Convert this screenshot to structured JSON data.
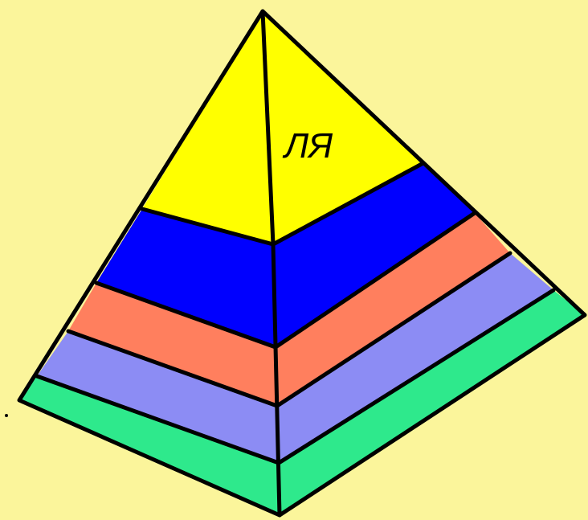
{
  "diagram": {
    "background_color": "#FBF59B",
    "outline_color": "#000000",
    "apex_label": "ЛЯ",
    "layers": [
      {
        "id": "top",
        "color": "#FFFF00"
      },
      {
        "id": "second",
        "color": "#0000FF"
      },
      {
        "id": "third",
        "color": "#FF7F5E"
      },
      {
        "id": "fourth",
        "color": "#8C8CF4"
      },
      {
        "id": "bottom",
        "color": "#2EE98C"
      }
    ]
  }
}
